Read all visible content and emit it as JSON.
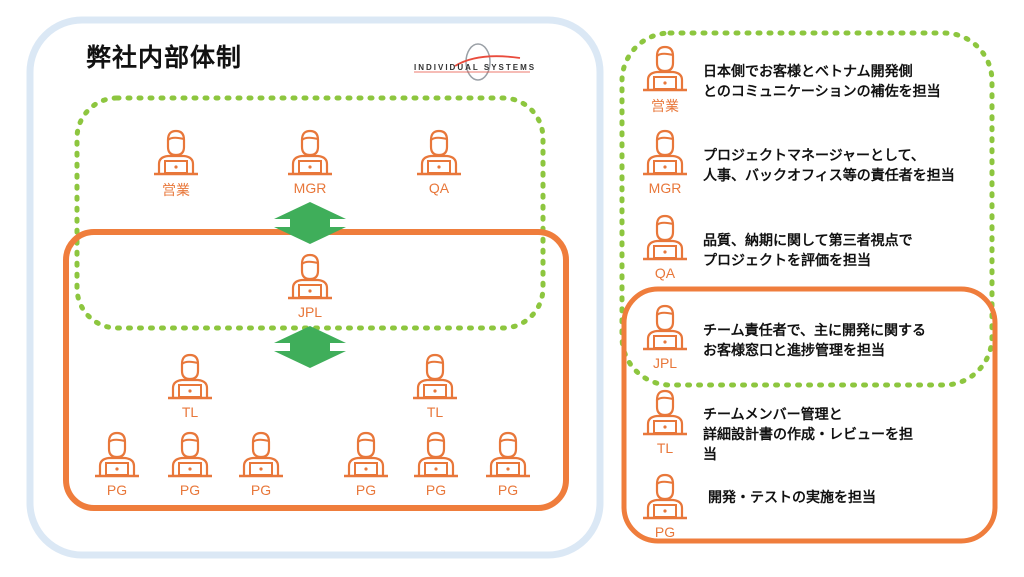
{
  "title": "弊社内部体制",
  "logo": {
    "text": "INDIVIDUAL SYSTEMS",
    "icon": "logo-swoosh"
  },
  "org": {
    "top": [
      {
        "role": "営業",
        "icon": "person-at-laptop-icon"
      },
      {
        "role": "MGR",
        "icon": "person-at-laptop-icon"
      },
      {
        "role": "QA",
        "icon": "person-at-laptop-icon"
      }
    ],
    "jpl": {
      "role": "JPL",
      "icon": "person-at-laptop-icon"
    },
    "tl": [
      {
        "role": "TL"
      },
      {
        "role": "TL"
      }
    ],
    "pg": [
      {
        "role": "PG"
      },
      {
        "role": "PG"
      },
      {
        "role": "PG"
      },
      {
        "role": "PG"
      },
      {
        "role": "PG"
      },
      {
        "role": "PG"
      }
    ]
  },
  "legend": [
    {
      "role": "営業",
      "lines": [
        "日本側でお客様とベトナム開発側",
        "とのコミュニケーションの補佐を担当"
      ]
    },
    {
      "role": "MGR",
      "lines": [
        "プロジェクトマネージャーとして、",
        "人事、バックオフィス等の責任者を担当"
      ]
    },
    {
      "role": "QA",
      "lines": [
        "品質、納期に関して第三者視点で",
        "プロジェクトを評価を担当"
      ]
    },
    {
      "role": "JPL",
      "lines": [
        "チーム責任者で、主に開発に関する",
        "お客様窓口と進捗管理を担当"
      ]
    },
    {
      "role": "TL",
      "lines": [
        "チームメンバー管理と",
        "詳細設計書の作成・レビューを担",
        "当"
      ]
    },
    {
      "role": "PG",
      "lines": [
        "開発・テストの実施を担当"
      ]
    }
  ],
  "colors": {
    "outer_border": "#dbe8f5",
    "green_dotted": "#8dc63f",
    "orange_border": "#ef7d3c",
    "arrow_green": "#3fae5a",
    "person_orange": "#e8773a"
  }
}
